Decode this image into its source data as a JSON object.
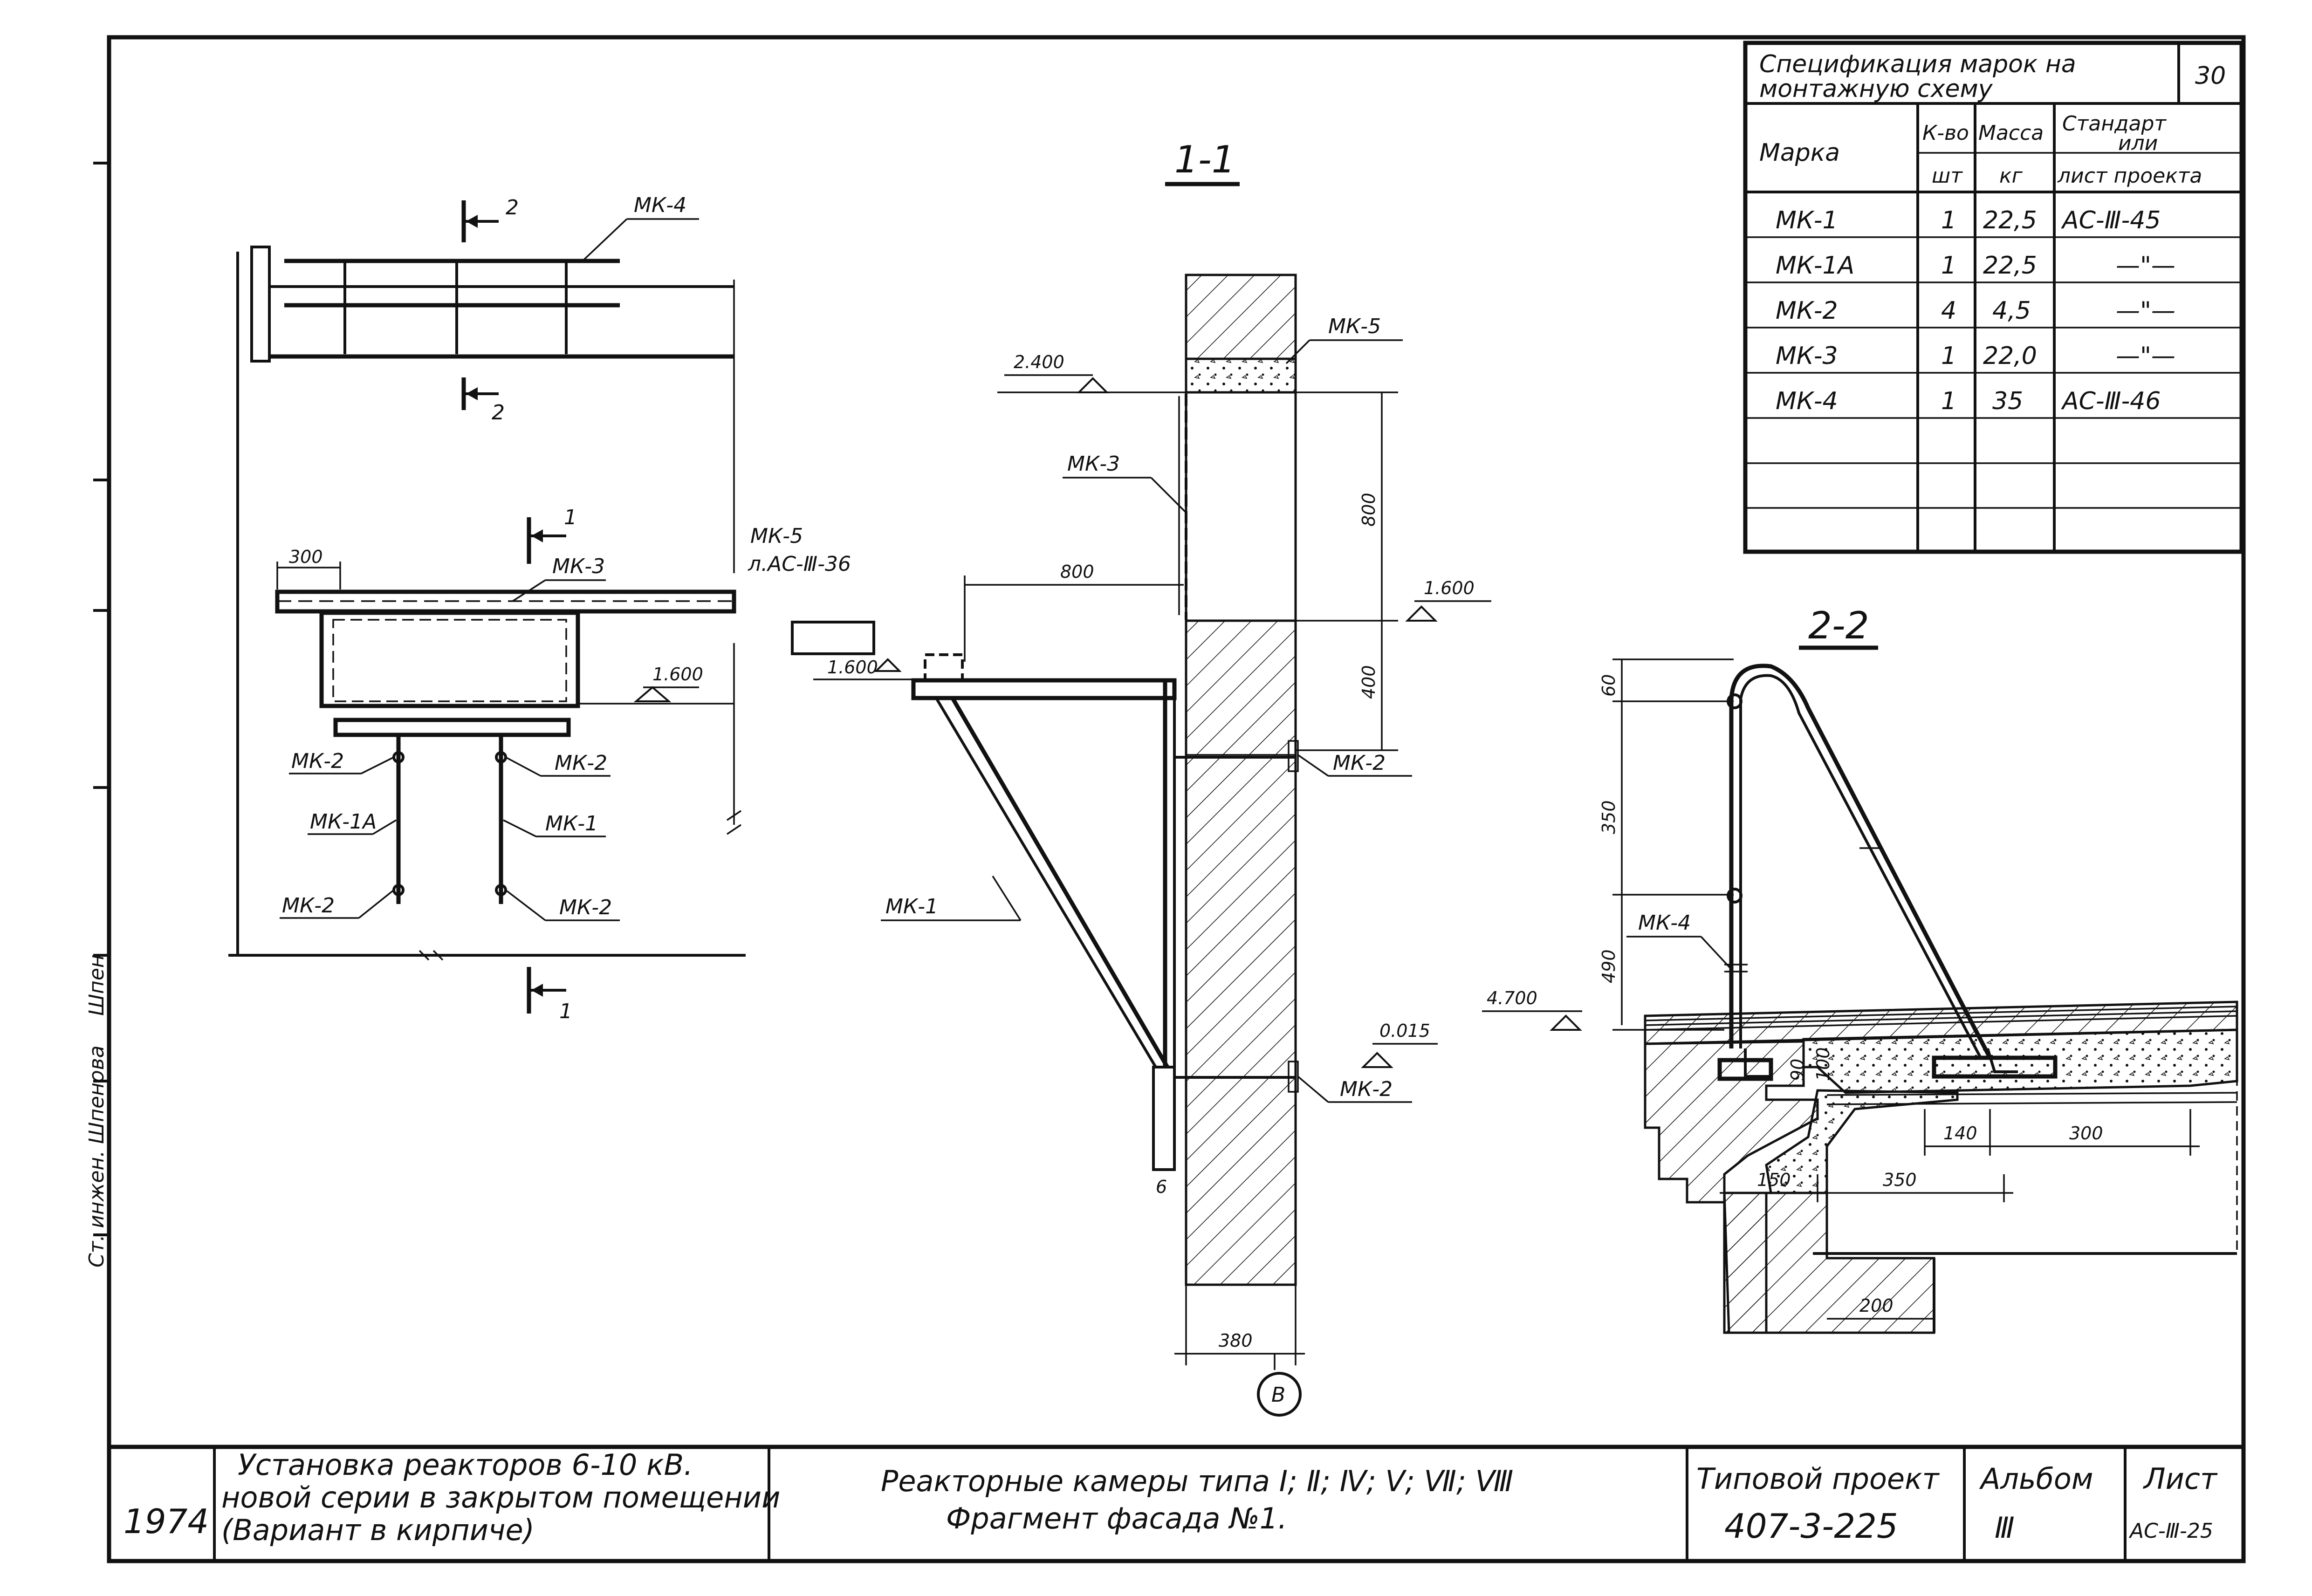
{
  "spec_table": {
    "title_line1": "Спецификация марок на",
    "title_line2": "монтажную схему",
    "number": "30",
    "headers": {
      "mark": "Марка",
      "qty": "К-во",
      "qty_unit": "шт",
      "mass": "Масса",
      "mass_unit": "кг",
      "std_line1": "Стандарт",
      "std_line2": "или",
      "std_line3": "лист проекта"
    },
    "rows": [
      {
        "mark": "МК-1",
        "qty": "1",
        "mass": "22,5",
        "std": "АС-Ⅲ-45"
      },
      {
        "mark": "МК-1А",
        "qty": "1",
        "mass": "22,5",
        "std": "—\"—"
      },
      {
        "mark": "МК-2",
        "qty": "4",
        "mass": "4,5",
        "std": "—\"—"
      },
      {
        "mark": "МК-3",
        "qty": "1",
        "mass": "22,0",
        "std": "—\"—"
      },
      {
        "mark": "МК-4",
        "qty": "1",
        "mass": "35",
        "std": "АС-Ⅲ-46"
      }
    ]
  },
  "plan": {
    "section2_mark": "2",
    "section1_mark": "1",
    "mk4": "МК-4",
    "mk5": "МК-5",
    "mk5_ref": "л.АС-Ⅲ-36",
    "mk3": "МК-3",
    "dim_300": "300",
    "level_1600": "1.600",
    "mk2": "МК-2",
    "mk1a": "МК-1А",
    "mk1": "МК-1"
  },
  "section_1_1": {
    "title": "1-1",
    "level_2400": "2.400",
    "mk5": "МК-5",
    "mk3": "МК-3",
    "dim_800_h": "800",
    "dim_800_v": "800",
    "dim_400": "400",
    "level_1600": "1.600",
    "mk2_top": "МК-2",
    "mk1": "МК-1",
    "level_0015": "0.015",
    "mk2_bottom": "МК-2",
    "dim_6": "6",
    "dim_380": "380",
    "axis": "В"
  },
  "section_2_2": {
    "title": "2-2",
    "dim_60": "60",
    "dim_350": "350",
    "dim_490": "490",
    "mk4": "МК-4",
    "level_4700": "4.700",
    "dim_90": "90",
    "dim_100": "100",
    "dim_140": "140",
    "dim_300": "300",
    "dim_150": "150",
    "dim_350b": "350",
    "dim_200": "200"
  },
  "title_block": {
    "year": "1974",
    "description_line1": "Установка реакторов 6-10 кВ.",
    "description_line2": "новой серии в закрытом помещении",
    "description_line3": "(Вариант в кирпиче)",
    "sheet_title_line1": "Реакторные камеры типа Ⅰ; Ⅱ; Ⅳ; Ⅴ; Ⅶ; Ⅷ",
    "sheet_title_line2": "Фрагмент фасада №1.",
    "project_label": "Типовой проект",
    "project_number": "407-3-225",
    "album_label": "Альбом",
    "album_number": "Ⅲ",
    "sheet_label": "Лист",
    "sheet_number": "АС-Ⅲ-25"
  },
  "margin": {
    "signer": "Ст. инжен. Шпенова",
    "signature": "Шпен"
  }
}
